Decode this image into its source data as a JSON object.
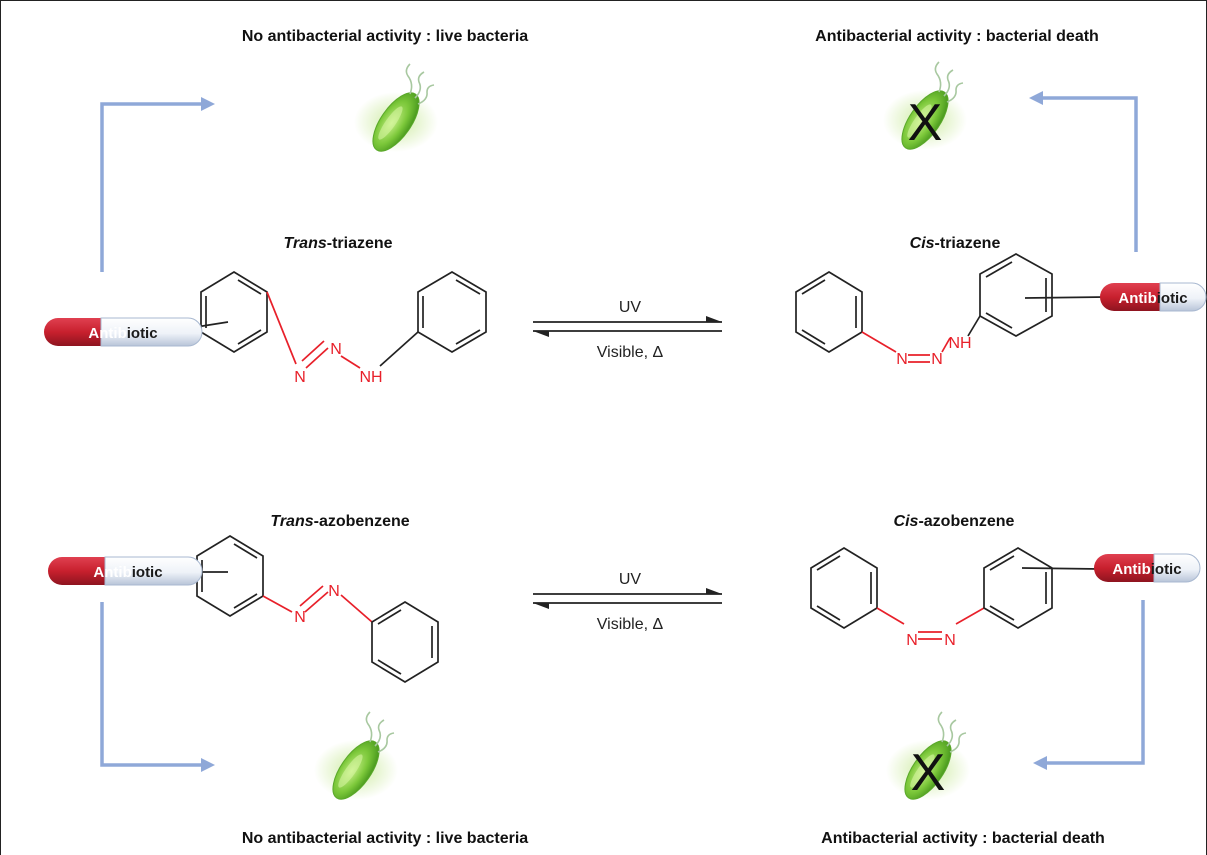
{
  "headers": {
    "top_left": "No antibacterial activity : live bacteria",
    "top_right": "Antibacterial activity : bacterial death",
    "bottom_left": "No antibacterial activity : live bacteria",
    "bottom_right": "Antibacterial activity : bacterial death"
  },
  "molecules": {
    "trans_triazene": {
      "prefix": "Trans",
      "suffix": "-triazene"
    },
    "cis_triazene": {
      "prefix": "Cis",
      "suffix": "-triazene"
    },
    "trans_azobenzene": {
      "prefix": "Trans",
      "suffix": "-azobenzene"
    },
    "cis_azobenzene": {
      "prefix": "Cis",
      "suffix": "-azobenzene"
    }
  },
  "atoms": {
    "nitrogen": "N",
    "nh": "NH"
  },
  "capsule": {
    "part_red": "Antib",
    "part_white": "iotic"
  },
  "conditions": {
    "forward": "UV",
    "reverse": "Visible, Δ"
  },
  "death_mark": "X",
  "colors": {
    "arrow": "#8fa8d8",
    "capsule_red": "#c8202e",
    "capsule_white": "#e8eef8",
    "nitrogen": "#e8202a",
    "bacteria": "#7cc83a"
  }
}
